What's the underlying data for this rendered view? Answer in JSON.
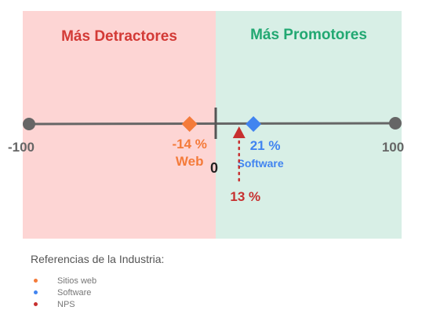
{
  "chart_data": {
    "type": "scatter",
    "axis": {
      "min": -100,
      "max": 100,
      "zero": 0
    },
    "tick_labels": {
      "min": "-100",
      "zero": "0",
      "max": "100"
    },
    "zones": {
      "left": {
        "label": "Más Detractores",
        "color": "#fdd5d4",
        "text_color": "#d33a36"
      },
      "right": {
        "label": "Más Promotores",
        "color": "#d8efe6",
        "text_color": "#22a872"
      }
    },
    "points": [
      {
        "name": "Web",
        "value": -14,
        "value_label": "-14 %",
        "marker": "diamond",
        "color": "#f47b3a",
        "label_position": "below"
      },
      {
        "name": "Software",
        "value": 21,
        "value_label": "21 %",
        "marker": "diamond",
        "color": "#4184f0",
        "label_position": "below"
      },
      {
        "name": "NPS",
        "value": 13,
        "value_label": "13 %",
        "marker": "triangle",
        "color": "#c7302f",
        "label_position": "below-dotted"
      }
    ]
  },
  "legend": {
    "title": "Referencias de la Industria:",
    "items": [
      {
        "label": "Sitios web",
        "color": "#f47b3a"
      },
      {
        "label": "Software",
        "color": "#4184f0"
      },
      {
        "label": "NPS",
        "color": "#c7302f"
      }
    ]
  }
}
